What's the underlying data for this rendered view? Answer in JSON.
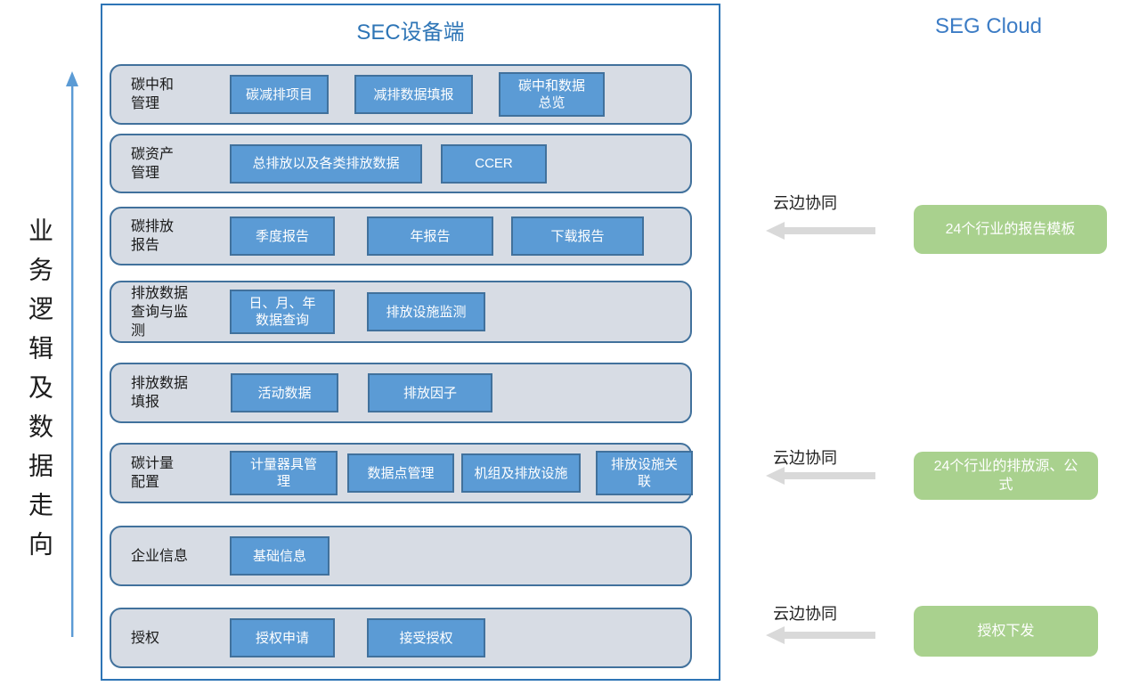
{
  "flow_indicator": {
    "label": "业务逻辑及数据走向"
  },
  "device_panel": {
    "title": "SEC设备端",
    "rows": [
      {
        "label": "碳中和\n管理",
        "buttons": [
          "碳减排项目",
          "减排数据填报",
          "碳中和数据\n总览"
        ]
      },
      {
        "label": "碳资产\n管理",
        "buttons": [
          "总排放以及各类排放数据",
          "CCER"
        ]
      },
      {
        "label": "碳排放\n报告",
        "buttons": [
          "季度报告",
          "年报告",
          "下载报告"
        ]
      },
      {
        "label": "排放数据\n查询与监\n测",
        "buttons": [
          "日、月、年\n数据查询",
          "排放设施监测"
        ]
      },
      {
        "label": "排放数据\n填报",
        "buttons": [
          "活动数据",
          "排放因子"
        ]
      },
      {
        "label": "碳计量\n配置",
        "buttons": [
          "计量器具管\n理",
          "数据点管理",
          "机组及排放设施",
          "排放设施关\n联"
        ]
      },
      {
        "label": "企业信息",
        "buttons": [
          "基础信息"
        ]
      },
      {
        "label": "授权",
        "buttons": [
          "授权申请",
          "接受授权"
        ]
      }
    ]
  },
  "cloud_panel": {
    "title": "SEG Cloud",
    "sync_groups": [
      {
        "arrow_label": "云边协同",
        "box_label": "24个行业的报告模板"
      },
      {
        "arrow_label": "云边协同",
        "box_label": "24个行业的排放源、公\n式"
      },
      {
        "arrow_label": "云边协同",
        "box_label": "授权下发"
      }
    ]
  },
  "colors": {
    "title_blue": "#2E75B6",
    "cloud_title_blue": "#3C7CC5",
    "button_blue": "#5B9BD5",
    "border_blue": "#41719C",
    "row_fill": "#D7DCE4",
    "cloud_green": "#A9D18E",
    "arrow_gray": "#D9D9D9",
    "flow_arrow_blue": "#5B9BD5"
  }
}
